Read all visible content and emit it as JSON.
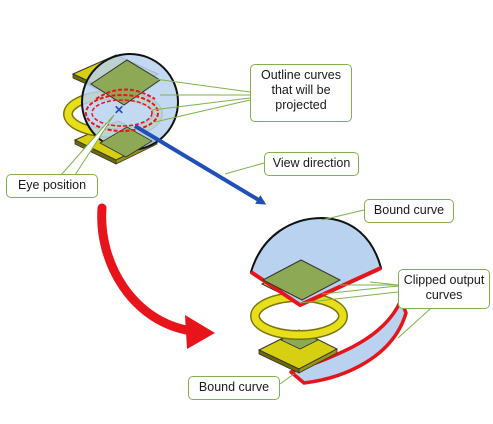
{
  "labels": {
    "outline_curves": [
      "Outline curves",
      "that will be",
      "projected"
    ],
    "view_direction": "View direction",
    "eye_position": "Eye position",
    "bound_curve_top": "Bound curve",
    "clipped_output": [
      "Clipped output",
      "curves"
    ],
    "bound_curve_bottom": "Bound curve"
  },
  "colors": {
    "callout_border": "#7fb34a",
    "leader_line": "#7fb34a",
    "view_arrow": "#1f4fb8",
    "result_arrow": "#e8141c",
    "plate_green": "#8ea956",
    "plate_yellow": "#d6cf12",
    "ring_yellow": "#e6df1a",
    "sphere_blue": "#b8d2f0",
    "clip_red": "#e8141c",
    "eye_marker": "#1f4fb8"
  }
}
